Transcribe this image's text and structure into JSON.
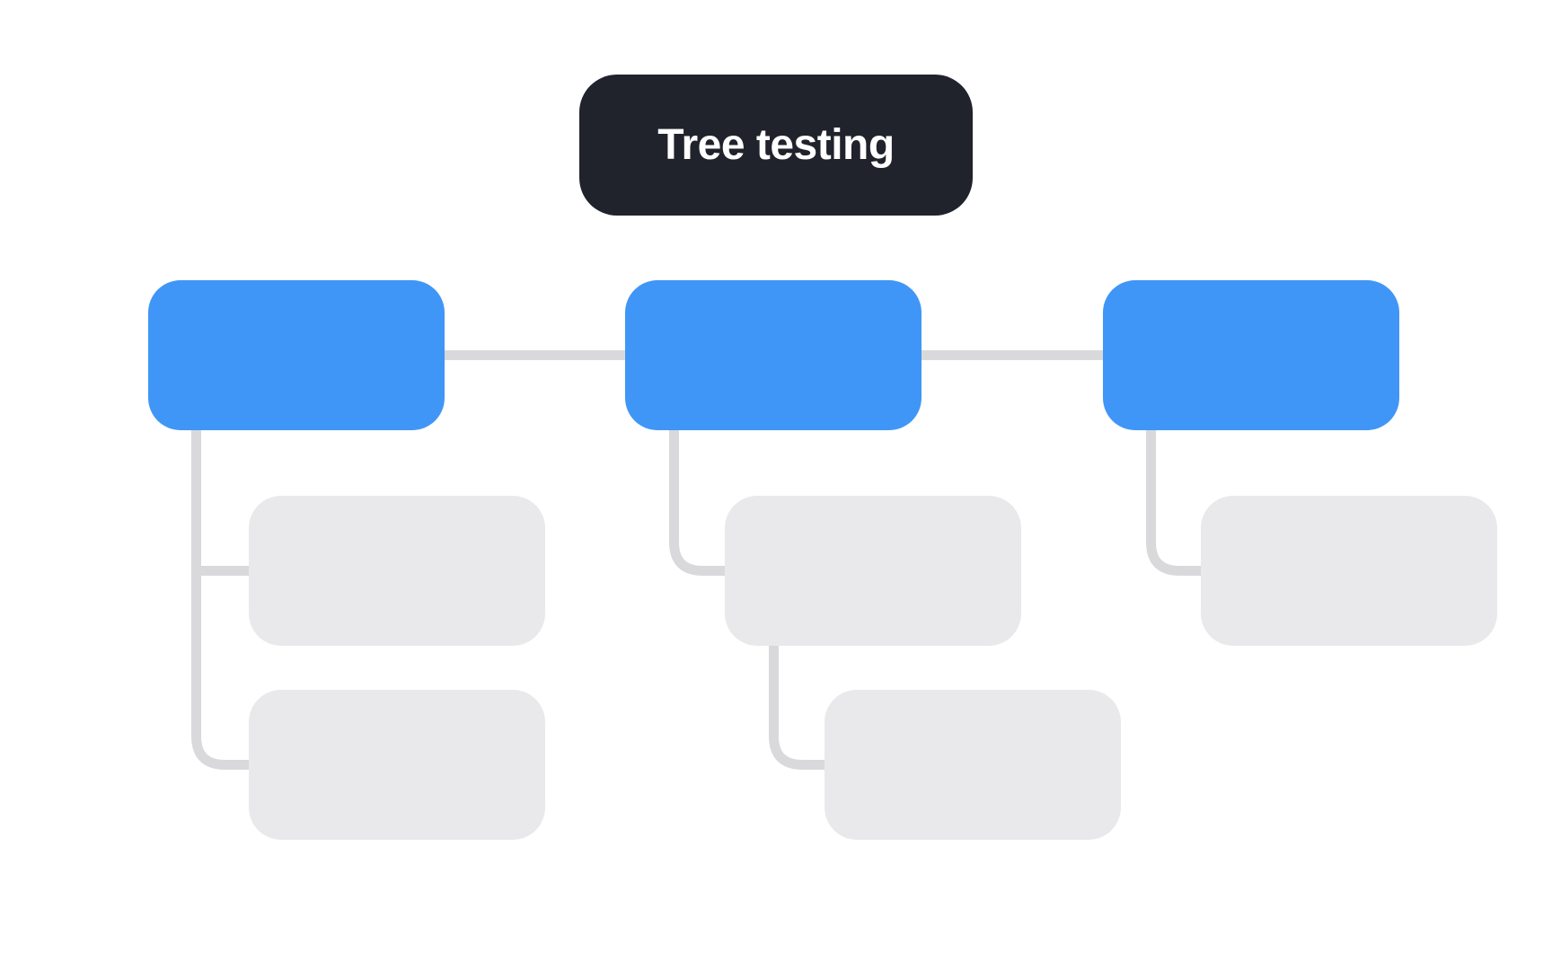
{
  "title": {
    "label": "Tree testing"
  },
  "colors": {
    "background": "#ffffff",
    "title_bg": "#20232b",
    "title_text": "#ffffff",
    "parent_node": "#4096f6",
    "child_node": "#e9e9eb",
    "connector": "#d9d9dc"
  },
  "diagram": {
    "type": "tree",
    "root_label": "Tree testing",
    "branches": [
      {
        "name": "branch-1",
        "parent_label": "",
        "children": [
          "",
          ""
        ]
      },
      {
        "name": "branch-2",
        "parent_label": "",
        "children": [
          "",
          ""
        ]
      },
      {
        "name": "branch-3",
        "parent_label": "",
        "children": [
          ""
        ]
      }
    ],
    "notes": "parent nodes are blue and linked in a row; child nodes are gray, unlabeled, attached by rounded elbow connectors"
  }
}
